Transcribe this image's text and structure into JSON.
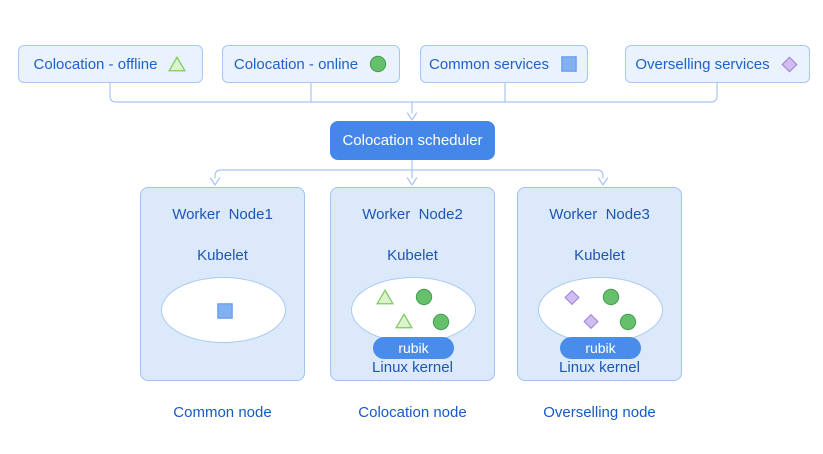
{
  "colors": {
    "accent": "#4587e8",
    "rubik_blue": "#4a8cea",
    "legend_bg": "#e9f2fd",
    "node_bg": "#dce9fb",
    "border_blue": "#a6c8f0",
    "line_blue": "#a8c6ef",
    "text_blue": "#2062c8",
    "triangle_fill": "#ddf3ce",
    "triangle_stroke": "#7fcc60",
    "circle_fill": "#66bf6b",
    "circle_stroke": "#45a254",
    "square_fill": "#82b1f2",
    "square_stroke": "#5f98e9",
    "diamond_fill": "#cfbdef",
    "diamond_stroke": "#a184db"
  },
  "legend": {
    "items": [
      {
        "label": "Colocation - offline",
        "icon": "triangle"
      },
      {
        "label": "Colocation - online",
        "icon": "circle"
      },
      {
        "label": "Common services",
        "icon": "square"
      },
      {
        "label": "Overselling services",
        "icon": "diamond"
      }
    ]
  },
  "scheduler": {
    "label": "Colocation scheduler"
  },
  "nodes": [
    {
      "title": "Worker  Node1",
      "kubelet_label": "Kubelet",
      "pod_shapes": [
        "square"
      ],
      "footer_label": "Common node"
    },
    {
      "title": "Worker  Node2",
      "kubelet_label": "Kubelet",
      "pod_shapes": [
        "triangle",
        "circle",
        "triangle",
        "circle"
      ],
      "runtime_label": "rubik",
      "kernel_label": "Linux kernel",
      "footer_label": "Colocation node"
    },
    {
      "title": "Worker  Node3",
      "kubelet_label": "Kubelet",
      "pod_shapes": [
        "diamond",
        "circle",
        "diamond",
        "circle"
      ],
      "runtime_label": "rubik",
      "kernel_label": "Linux kernel",
      "footer_label": "Overselling node"
    }
  ]
}
